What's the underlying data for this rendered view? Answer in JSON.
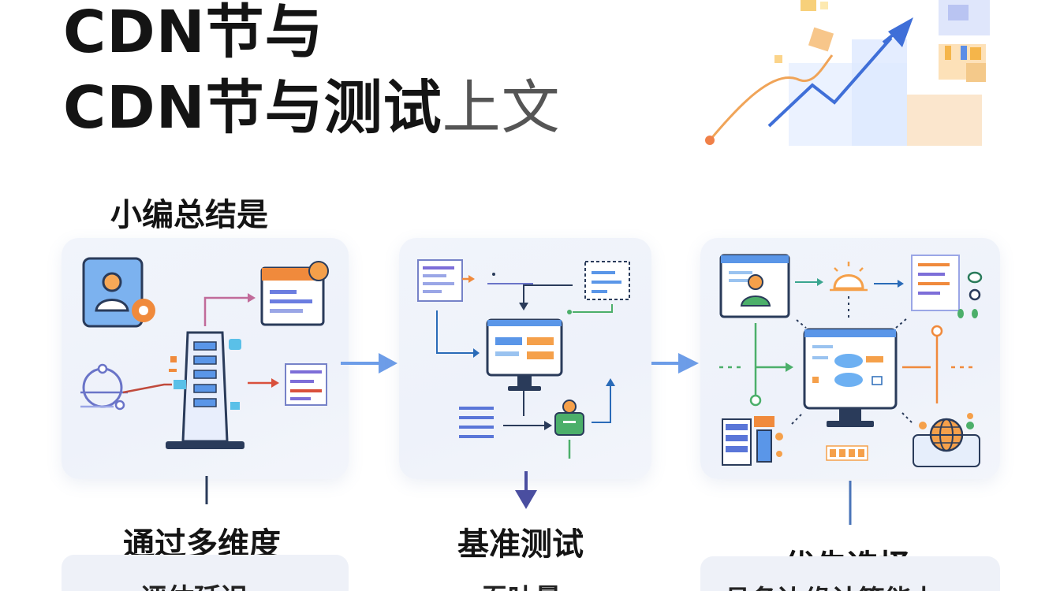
{
  "title": {
    "line1": "CDN节与",
    "line2_bold": "CDN节与测试",
    "line2_light": "上文"
  },
  "subtitle": "小编总结是",
  "steps": [
    {
      "label": "通过多维度",
      "card_text": "评估延迟"
    },
    {
      "label": "基准测试",
      "card_text": "吞吐量"
    },
    {
      "label": "优先选择",
      "card_text": "具备边缘计算能力"
    }
  ],
  "icons": [
    "growth-chart-icon",
    "user-profile-icon",
    "server-tower-icon",
    "document-icon",
    "monitor-icon",
    "user-node-icon",
    "lightbulb-icon",
    "globe-icon",
    "arrow-right-icon",
    "arrow-down-icon"
  ],
  "colors": {
    "blue": "#4f7fe0",
    "orange": "#f5913b",
    "green": "#4caf6a",
    "purple": "#9b6fc8",
    "panel_bg": "#eff3fa"
  }
}
